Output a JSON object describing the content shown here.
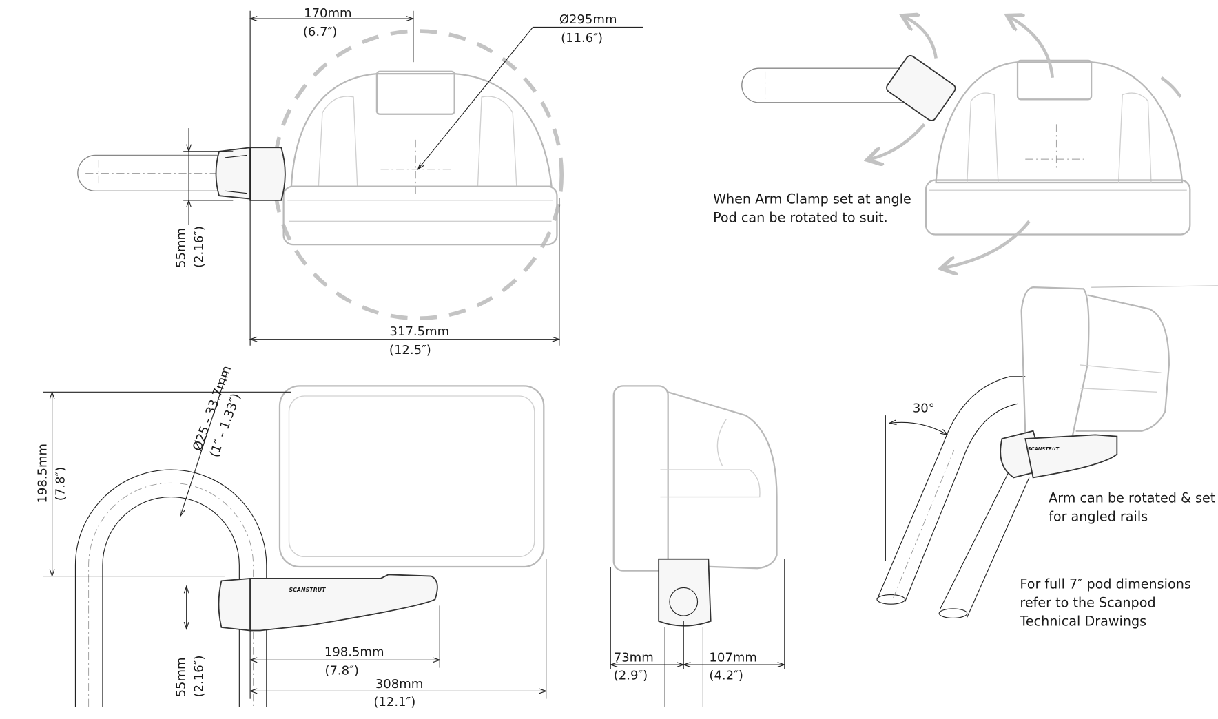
{
  "top_view": {
    "width_mm": "170mm",
    "width_in": "(6.7″)",
    "sweep_dia_mm": "Ø295mm",
    "sweep_dia_in": "(11.6″)",
    "clamp_mm": "55mm",
    "clamp_in": "(2.16″)",
    "total_mm": "317.5mm",
    "total_in": "(12.5″)"
  },
  "angled_view": {
    "note_line1": "When Arm Clamp set at angle",
    "note_line2": "Pod can be rotated to suit."
  },
  "front_view": {
    "height_mm": "198.5mm",
    "height_in": "(7.8″)",
    "rail_dia_mm": "Ø25 - 33.7mm",
    "rail_dia_in": "(1″ - 1.33″)",
    "clamp_mm": "55mm",
    "clamp_in": "(2.16″)",
    "arm_mm": "198.5mm",
    "arm_in": "(7.8″)",
    "total_mm": "308mm",
    "total_in": "(12.1″)",
    "logo": "SCANSTRUT"
  },
  "side_view": {
    "left_mm": "73mm",
    "left_in": "(2.9″)",
    "right_mm": "107mm",
    "right_in": "(4.2″)"
  },
  "rail_view": {
    "angle": "30°",
    "note_line1": "Arm can be rotated & set",
    "note_line2": "for angled rails",
    "ref_line1": "For full 7″ pod dimensions",
    "ref_line2": "refer to the Scanpod",
    "ref_line3": "Technical Drawings",
    "logo": "SCANSTRUT"
  }
}
